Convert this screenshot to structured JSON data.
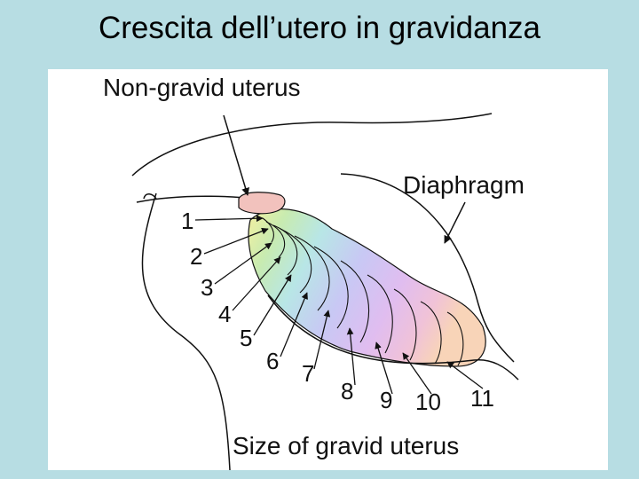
{
  "slide": {
    "title": "Crescita dell’utero in gravidanza"
  },
  "diagram": {
    "label_non_gravid": "Non-gravid uterus",
    "label_diaphragm": "Diaphragm",
    "label_size": "Size of gravid uterus",
    "month_labels": [
      "1",
      "2",
      "3",
      "4",
      "5",
      "6",
      "7",
      "8",
      "9",
      "10",
      "11"
    ]
  },
  "colors": {
    "background": "#b7dde3",
    "panel": "#ffffff",
    "non_gravid_uterus": "#f2c2bd"
  }
}
